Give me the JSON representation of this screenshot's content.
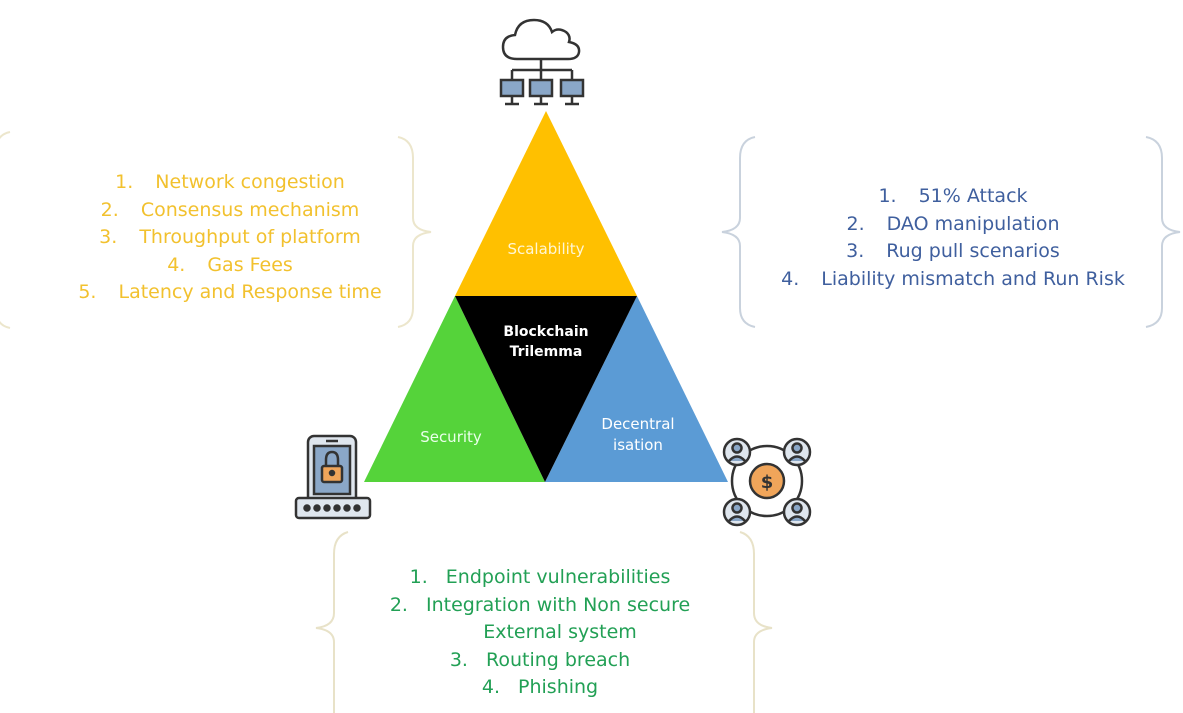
{
  "diagram": {
    "center_label": [
      "Blockchain",
      "Trilemma"
    ],
    "corners": {
      "scalability": {
        "label": "Scalability",
        "color": "#FFC000",
        "text_color": "#F2C12E",
        "icon": "cloud-network-icon",
        "items": [
          "Network congestion",
          "Consensus mechanism",
          "Throughput of platform",
          "Gas Fees",
          "Latency and Response time"
        ]
      },
      "decentralisation": {
        "label": [
          "Decentral",
          "isation"
        ],
        "color": "#5B9BD5",
        "text_color": "#3F5F9E",
        "icon": "people-currency-network-icon",
        "items": [
          "51% Attack",
          "DAO manipulation",
          "Rug pull scenarios",
          "Liability mismatch and Run Risk"
        ]
      },
      "security": {
        "label": "Security",
        "color": "#55D33A",
        "text_color": "#22A055",
        "icon": "phone-lock-password-icon",
        "items": [
          "Endpoint vulnerabilities",
          "Integration with Non secure",
          "External system",
          "Routing breach",
          "Phishing"
        ]
      }
    },
    "center_color": "#000000",
    "brace_color": "#E8E2C8"
  }
}
